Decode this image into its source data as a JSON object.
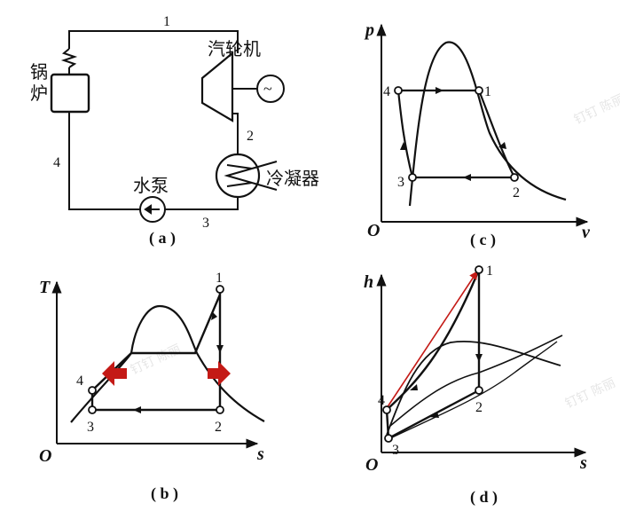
{
  "watermark": "钉钉 陈丽",
  "panel_a": {
    "caption": "( a )",
    "labels": {
      "boiler": "锅炉",
      "turbine": "汽轮机",
      "generator": "~",
      "condenser": "冷凝器",
      "pump": "水泵"
    },
    "points": [
      "1",
      "2",
      "3",
      "4"
    ]
  },
  "panel_b": {
    "caption": "( b )",
    "x_axis": "s",
    "y_axis": "T",
    "origin": "O",
    "points": [
      "1",
      "2",
      "3",
      "4"
    ]
  },
  "panel_c": {
    "caption": "( c )",
    "x_axis": "v",
    "y_axis": "p",
    "origin": "O",
    "points": [
      "1",
      "2",
      "3",
      "4"
    ]
  },
  "panel_d": {
    "caption": "( d )",
    "x_axis": "s",
    "y_axis": "h",
    "origin": "O",
    "points": [
      "1",
      "2",
      "3",
      "4"
    ]
  },
  "colors": {
    "line": "#111111",
    "highlight": "#c41a16"
  }
}
